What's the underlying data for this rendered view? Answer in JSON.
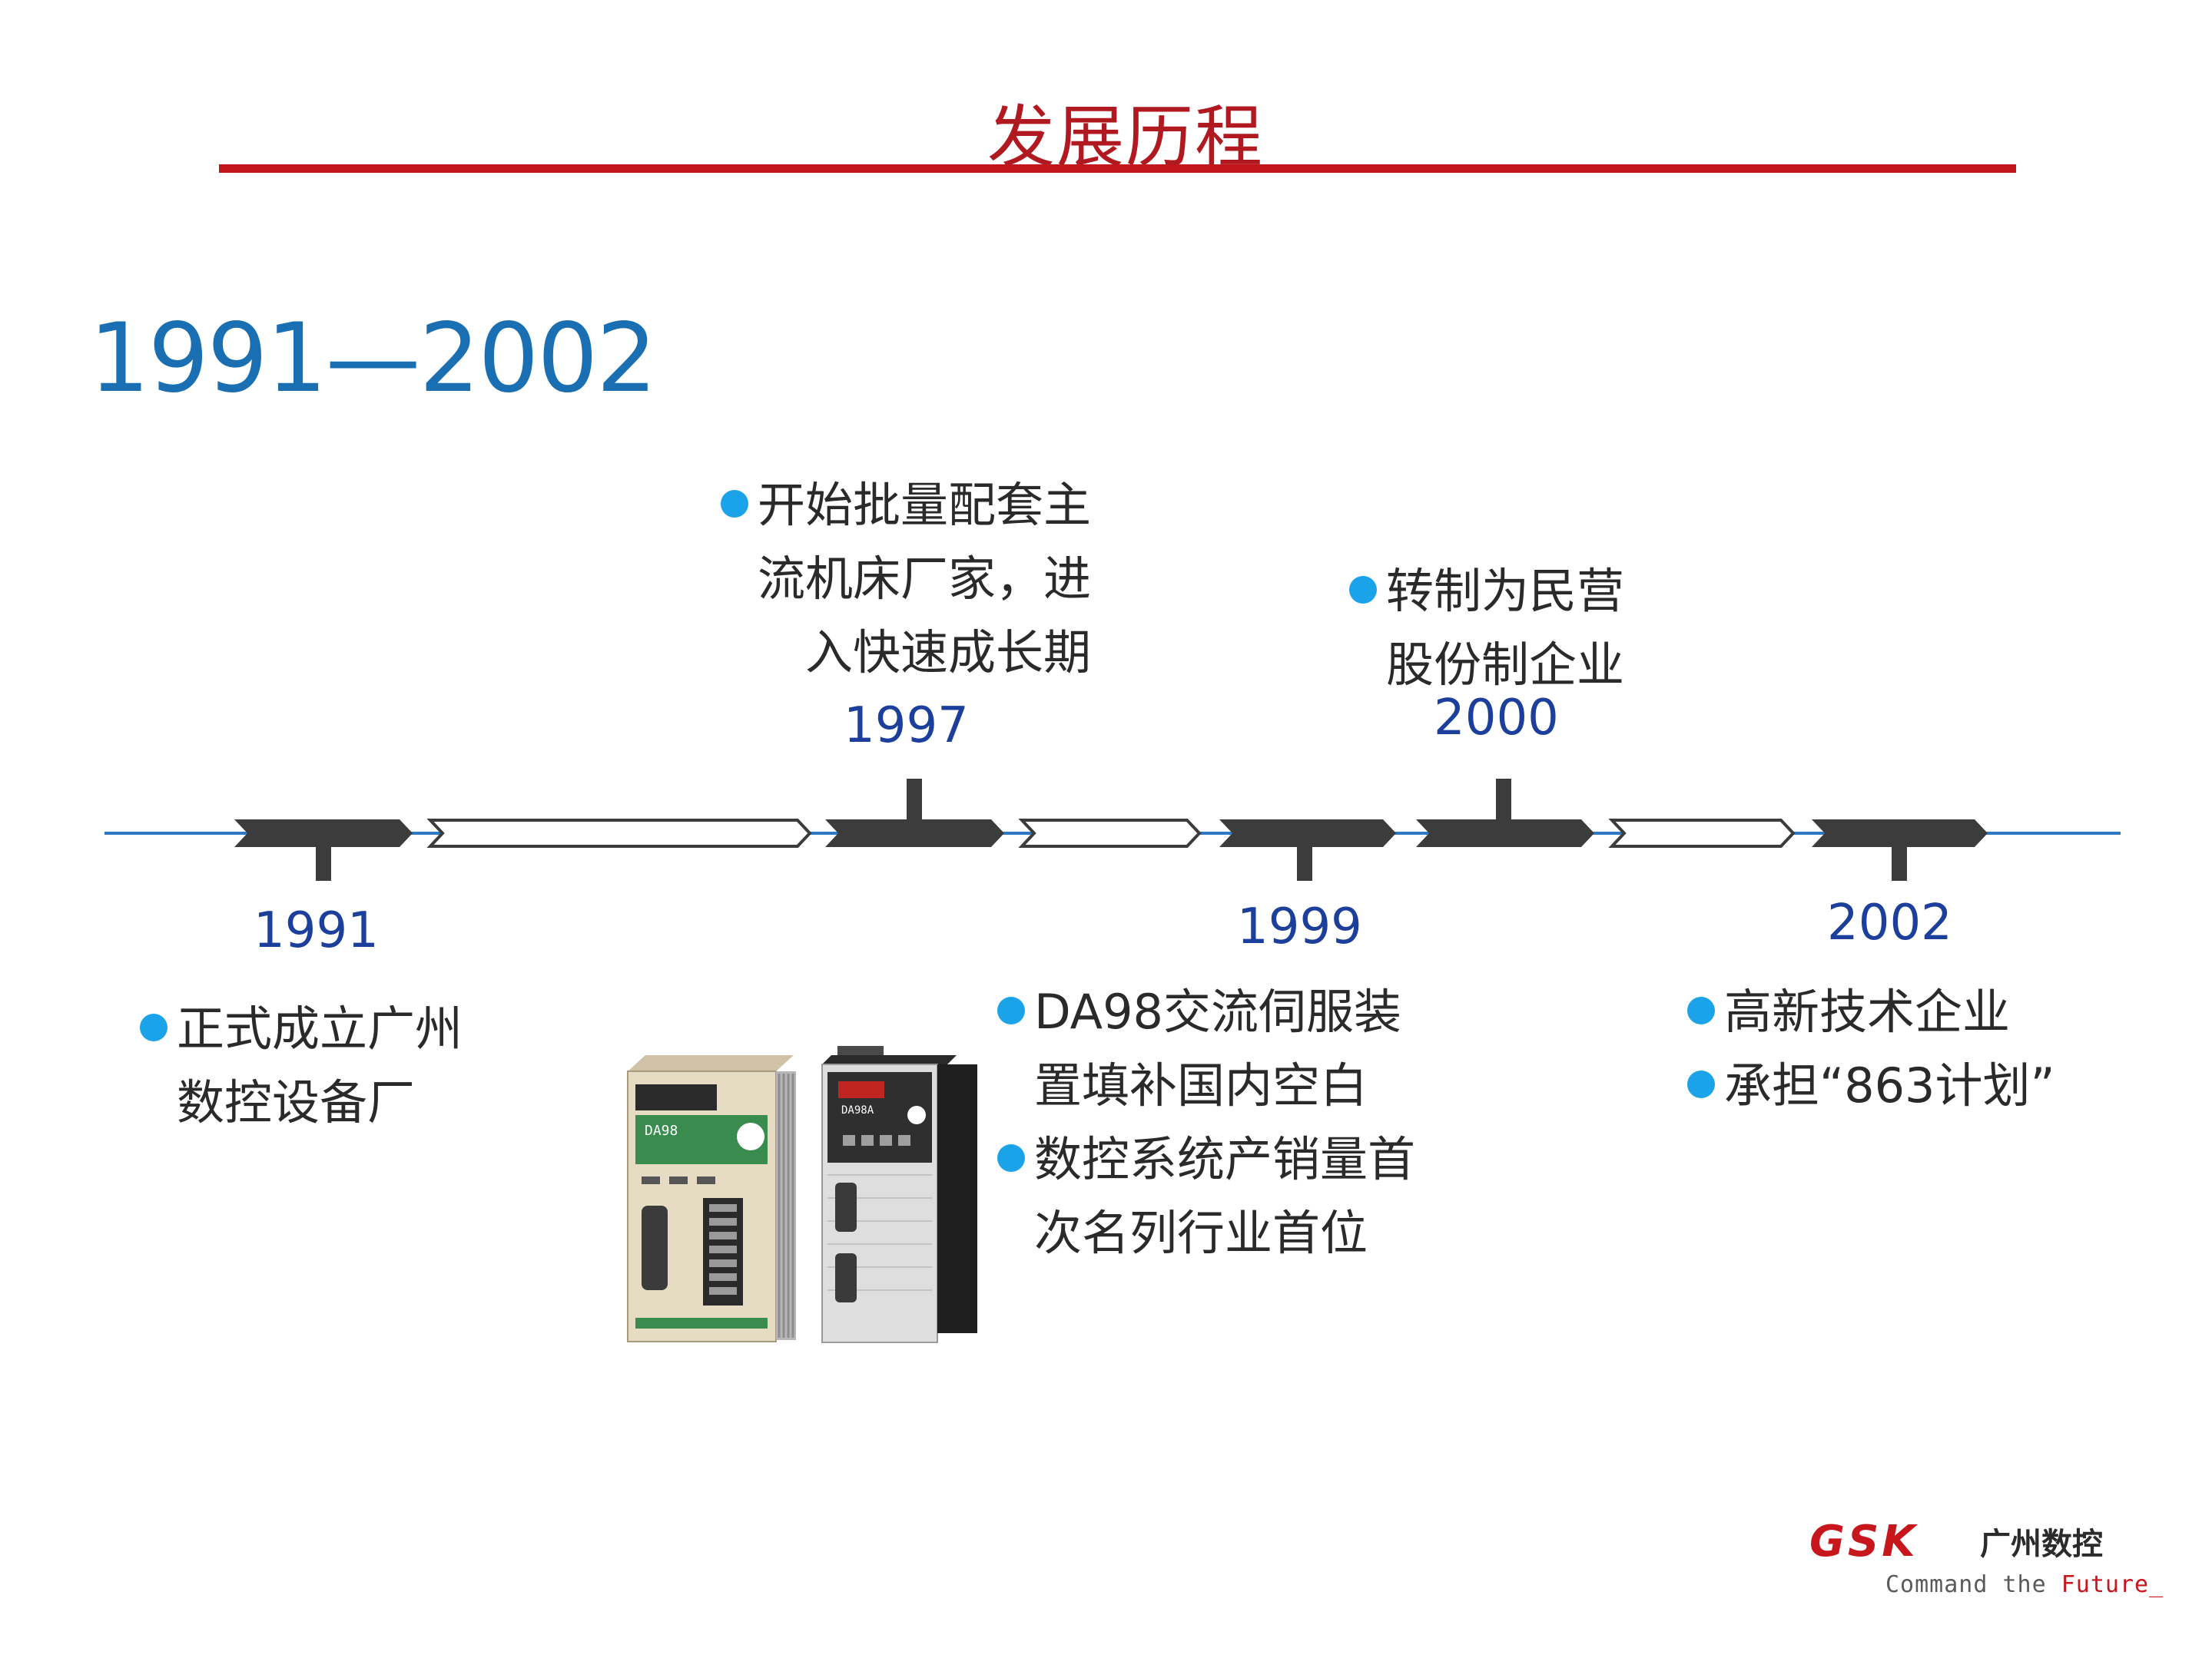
{
  "header": {
    "title": "发展历程"
  },
  "period": "1991—2002",
  "timeline": {
    "years": [
      {
        "label": "1991"
      },
      {
        "label": "1997"
      },
      {
        "label": "1999"
      },
      {
        "label": "2000"
      },
      {
        "label": "2002"
      }
    ]
  },
  "events": {
    "e1991": {
      "lines": [
        "正式成立广州",
        "数控设备厂"
      ]
    },
    "e1997": {
      "lines": [
        "开始批量配套主",
        "流机床厂家，进",
        "入快速成长期"
      ]
    },
    "e1999": {
      "lines": [
        "DA98交流伺服装",
        "置填补国内空白",
        "数控系统产销量首",
        "次名列行业首位"
      ]
    },
    "e2000": {
      "lines": [
        "转制为民营",
        "股份制企业"
      ]
    },
    "e2002": {
      "lines": [
        "高新技术企业",
        "承担“863计划”"
      ]
    }
  },
  "products": {
    "left_label": "DA98",
    "right_label": "DA98A"
  },
  "logo": {
    "brand": "GSK",
    "name": "广州数控",
    "tagline_prefix": "Command the ",
    "tagline_highlight": "Future_"
  },
  "colors": {
    "title": "#b0191f",
    "accent_line": "#c3161c",
    "period": "#1a6fb3",
    "year": "#1b3f9a",
    "bullet": "#1aa3e8",
    "timeline_line": "#2f79c4",
    "segment_dark": "#3c3c3c"
  }
}
